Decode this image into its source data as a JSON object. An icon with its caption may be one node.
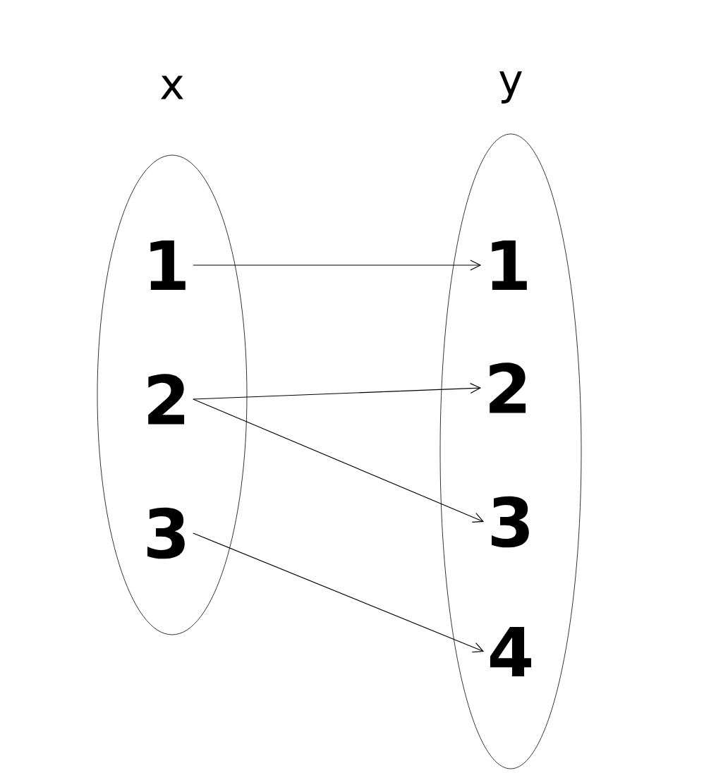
{
  "diagram": {
    "nodes": [
      {
        "text": [
          "x"
        ]
      },
      {
        "text": [
          "1"
        ],
        "in": 0
      },
      {
        "text": [
          "2"
        ],
        "in": 0
      },
      {
        "text": [
          "3"
        ],
        "in": 0
      },
      {
        "text": [
          "y"
        ]
      },
      {
        "text": [
          "1"
        ],
        "in": 4
      },
      {
        "text": [
          "2"
        ],
        "in": 4
      },
      {
        "text": [
          "3"
        ],
        "in": 4
      },
      {
        "text": [
          "4"
        ],
        "in": 4
      }
    ],
    "edges": [
      {
        "from": 1,
        "to": 5,
        "arrow": "to"
      },
      {
        "from": 2,
        "to": 6,
        "arrow": "to"
      },
      {
        "from": 2,
        "to": 7,
        "arrow": "to"
      },
      {
        "from": 3,
        "to": 8,
        "arrow": "to"
      }
    ]
  }
}
